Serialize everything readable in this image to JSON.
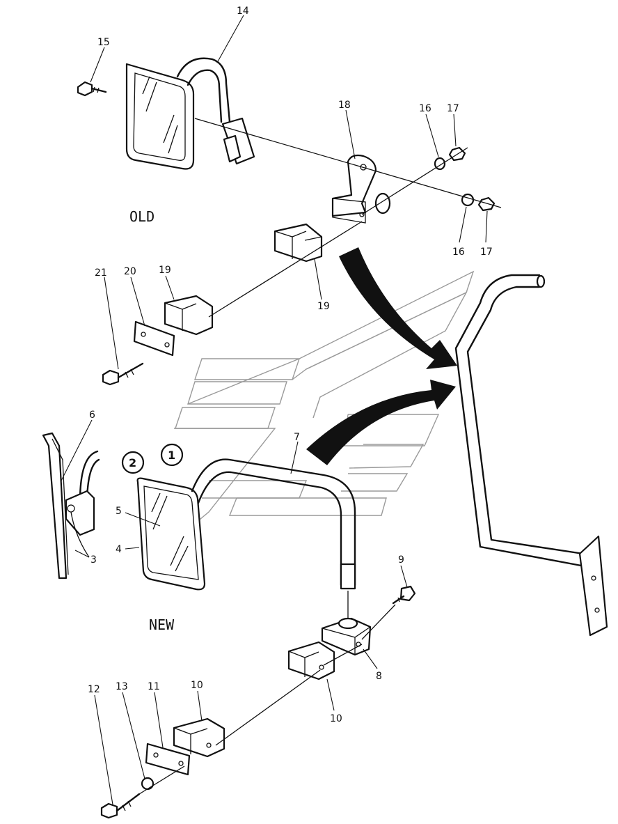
{
  "diagram": {
    "sections": {
      "old": "OLD",
      "new": "NEW"
    },
    "variants": [
      "1",
      "2"
    ],
    "callouts": [
      "14",
      "15",
      "18",
      "16",
      "17",
      "16",
      "17",
      "19",
      "21",
      "20",
      "19",
      "6",
      "5",
      "4",
      "3",
      "7",
      "9",
      "8",
      "10",
      "12",
      "13",
      "11",
      "10"
    ]
  }
}
